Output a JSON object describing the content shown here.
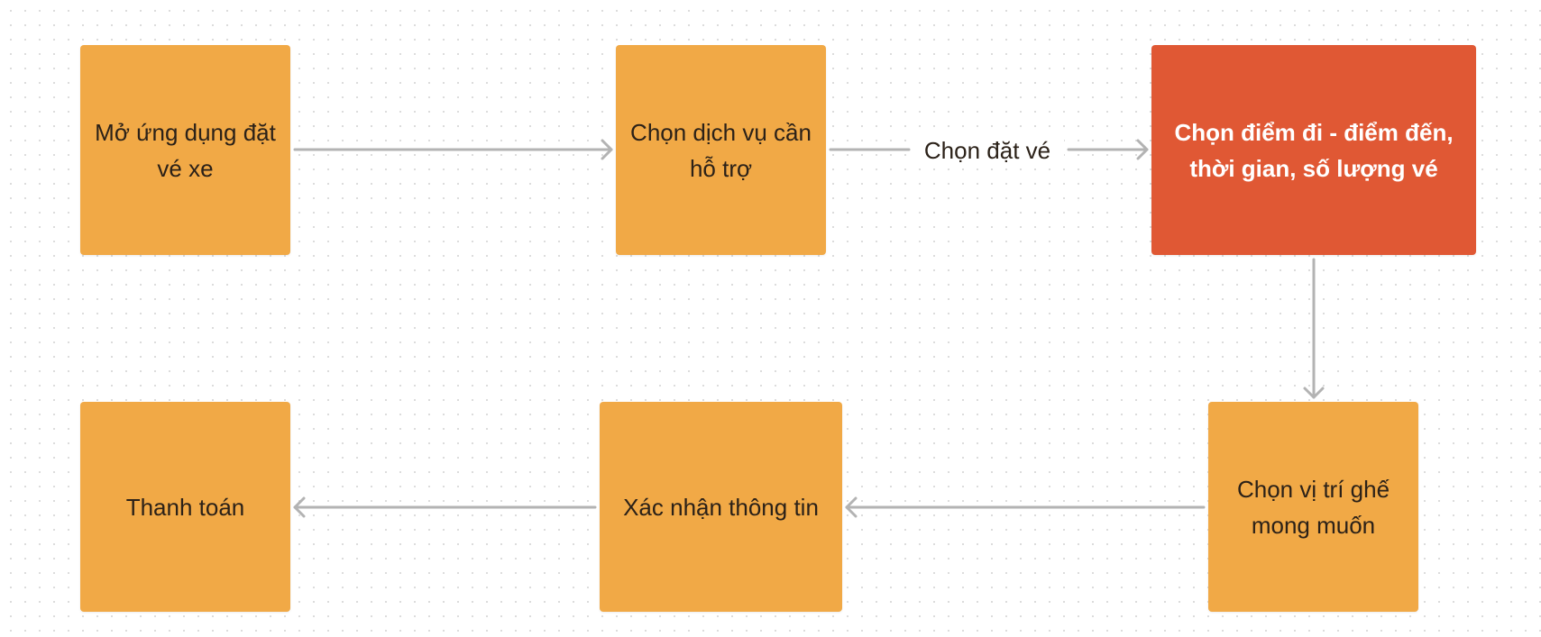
{
  "diagram": {
    "nodes": [
      {
        "id": "n1",
        "label": "Mở ứng dụng đặt vé xe",
        "fill": "#f1a946"
      },
      {
        "id": "n2",
        "label": "Chọn dịch vụ cần hỗ trợ",
        "fill": "#f1a946"
      },
      {
        "id": "n3",
        "label": "Chọn điểm đi - điểm đến, thời gian, số lượng vé",
        "fill": "#e05834"
      },
      {
        "id": "n4",
        "label": "Chọn vị trí ghế mong muốn",
        "fill": "#f1a946"
      },
      {
        "id": "n5",
        "label": "Xác nhận thông tin",
        "fill": "#f1a946"
      },
      {
        "id": "n6",
        "label": "Thanh toán",
        "fill": "#f1a946"
      }
    ],
    "edges": [
      {
        "from": "n1",
        "to": "n2",
        "label": ""
      },
      {
        "from": "n2",
        "to": "n3",
        "label": "Chọn đặt vé"
      },
      {
        "from": "n3",
        "to": "n4",
        "label": ""
      },
      {
        "from": "n4",
        "to": "n5",
        "label": ""
      },
      {
        "from": "n5",
        "to": "n6",
        "label": ""
      }
    ],
    "connector_color": "#b3b3b3"
  }
}
